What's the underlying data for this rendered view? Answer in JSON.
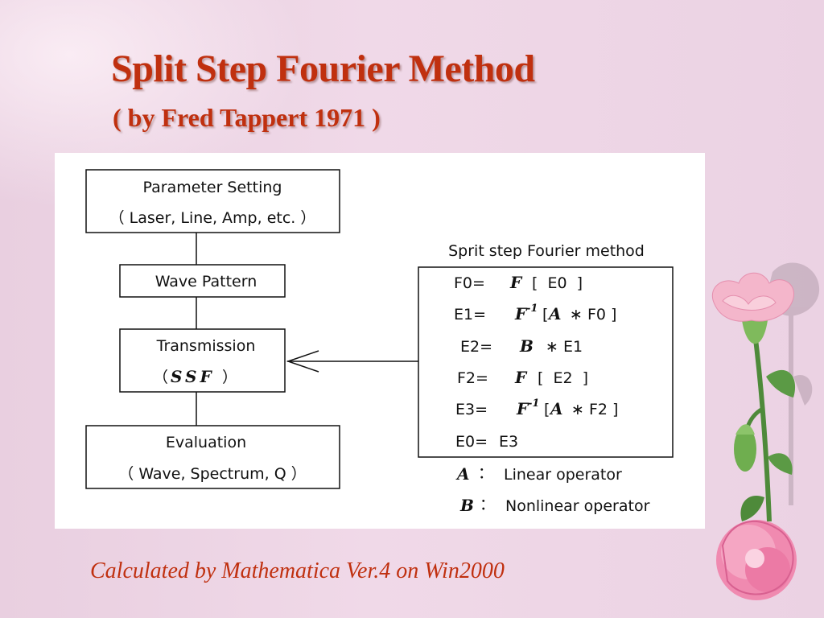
{
  "title": "Split Step Fourier Method",
  "subtitle": "( by Fred Tappert 1971 )",
  "footer": "Calculated by Mathematica Ver.4 on Win2000",
  "flowchart": {
    "param_line1": "Parameter Setting",
    "param_line2": "（ Laser, Line, Amp, etc. ）",
    "wave_pattern": "Wave Pattern",
    "transmission": "Transmission",
    "ssf_open": "（",
    "ssf": "SSF",
    "ssf_close": "）",
    "evaluation": "Evaluation",
    "evaluation_detail": "（ Wave, Spectrum, Q ）"
  },
  "method": {
    "heading": "Sprit step Fourier method",
    "lines": [
      {
        "pre": "F0=",
        "op": "F",
        "sup": "",
        "post": "[  E0  ]"
      },
      {
        "pre": "E1=",
        "op": "F",
        "sup": "-1",
        "post": "[",
        "op2": "A",
        "post2": "∗ F0 ]"
      },
      {
        "pre": "E2=",
        "op": "B",
        "sup": "",
        "post": "∗ E1"
      },
      {
        "pre": "F2=",
        "op": "F",
        "sup": "",
        "post": "[  E2  ]"
      },
      {
        "pre": "E3=",
        "op": "F",
        "sup": "-1",
        "post": "[",
        "op2": "A",
        "post2": "∗ F2 ]"
      },
      {
        "pre": "E0=",
        "op": "",
        "sup": "",
        "post": "E3"
      }
    ],
    "legend": [
      {
        "symbol": "A",
        "sep": "：",
        "text": "Linear operator"
      },
      {
        "symbol": "B",
        "sep": "：",
        "text": "Nonlinear operator"
      }
    ]
  },
  "decoration": {
    "icon": "carnation-flower-icon"
  },
  "colors": {
    "title": "#c0300f",
    "background": "#ebd2e3",
    "figure_bg": "#ffffff"
  }
}
